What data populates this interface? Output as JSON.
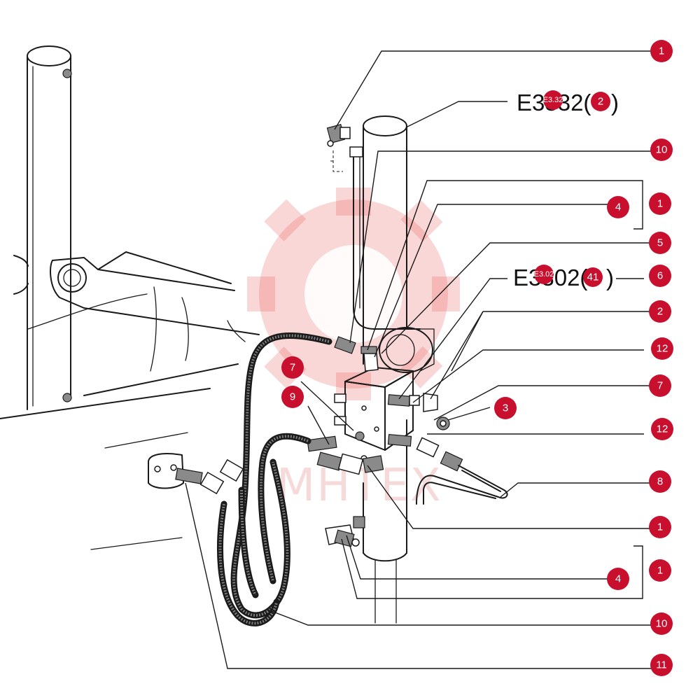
{
  "watermark": {
    "text": "MHTEX",
    "color": "#e84848"
  },
  "colors": {
    "callout": "#c8102e",
    "line": "#1a1a1a"
  },
  "reference_labels": [
    {
      "id": "ref-e3332",
      "text": "E3332(",
      "close": ")",
      "badge": "2",
      "overlay": "E3.32"
    },
    {
      "id": "ref-e3302",
      "text": "E3302(",
      "close": ")",
      "badge": "41",
      "overlay": "E3.02"
    }
  ],
  "callouts": [
    "1",
    "10",
    "4",
    "1",
    "5",
    "6",
    "2",
    "12",
    "7",
    "3",
    "12",
    "8",
    "1",
    "4",
    "1",
    "10",
    "11",
    "7",
    "9"
  ]
}
